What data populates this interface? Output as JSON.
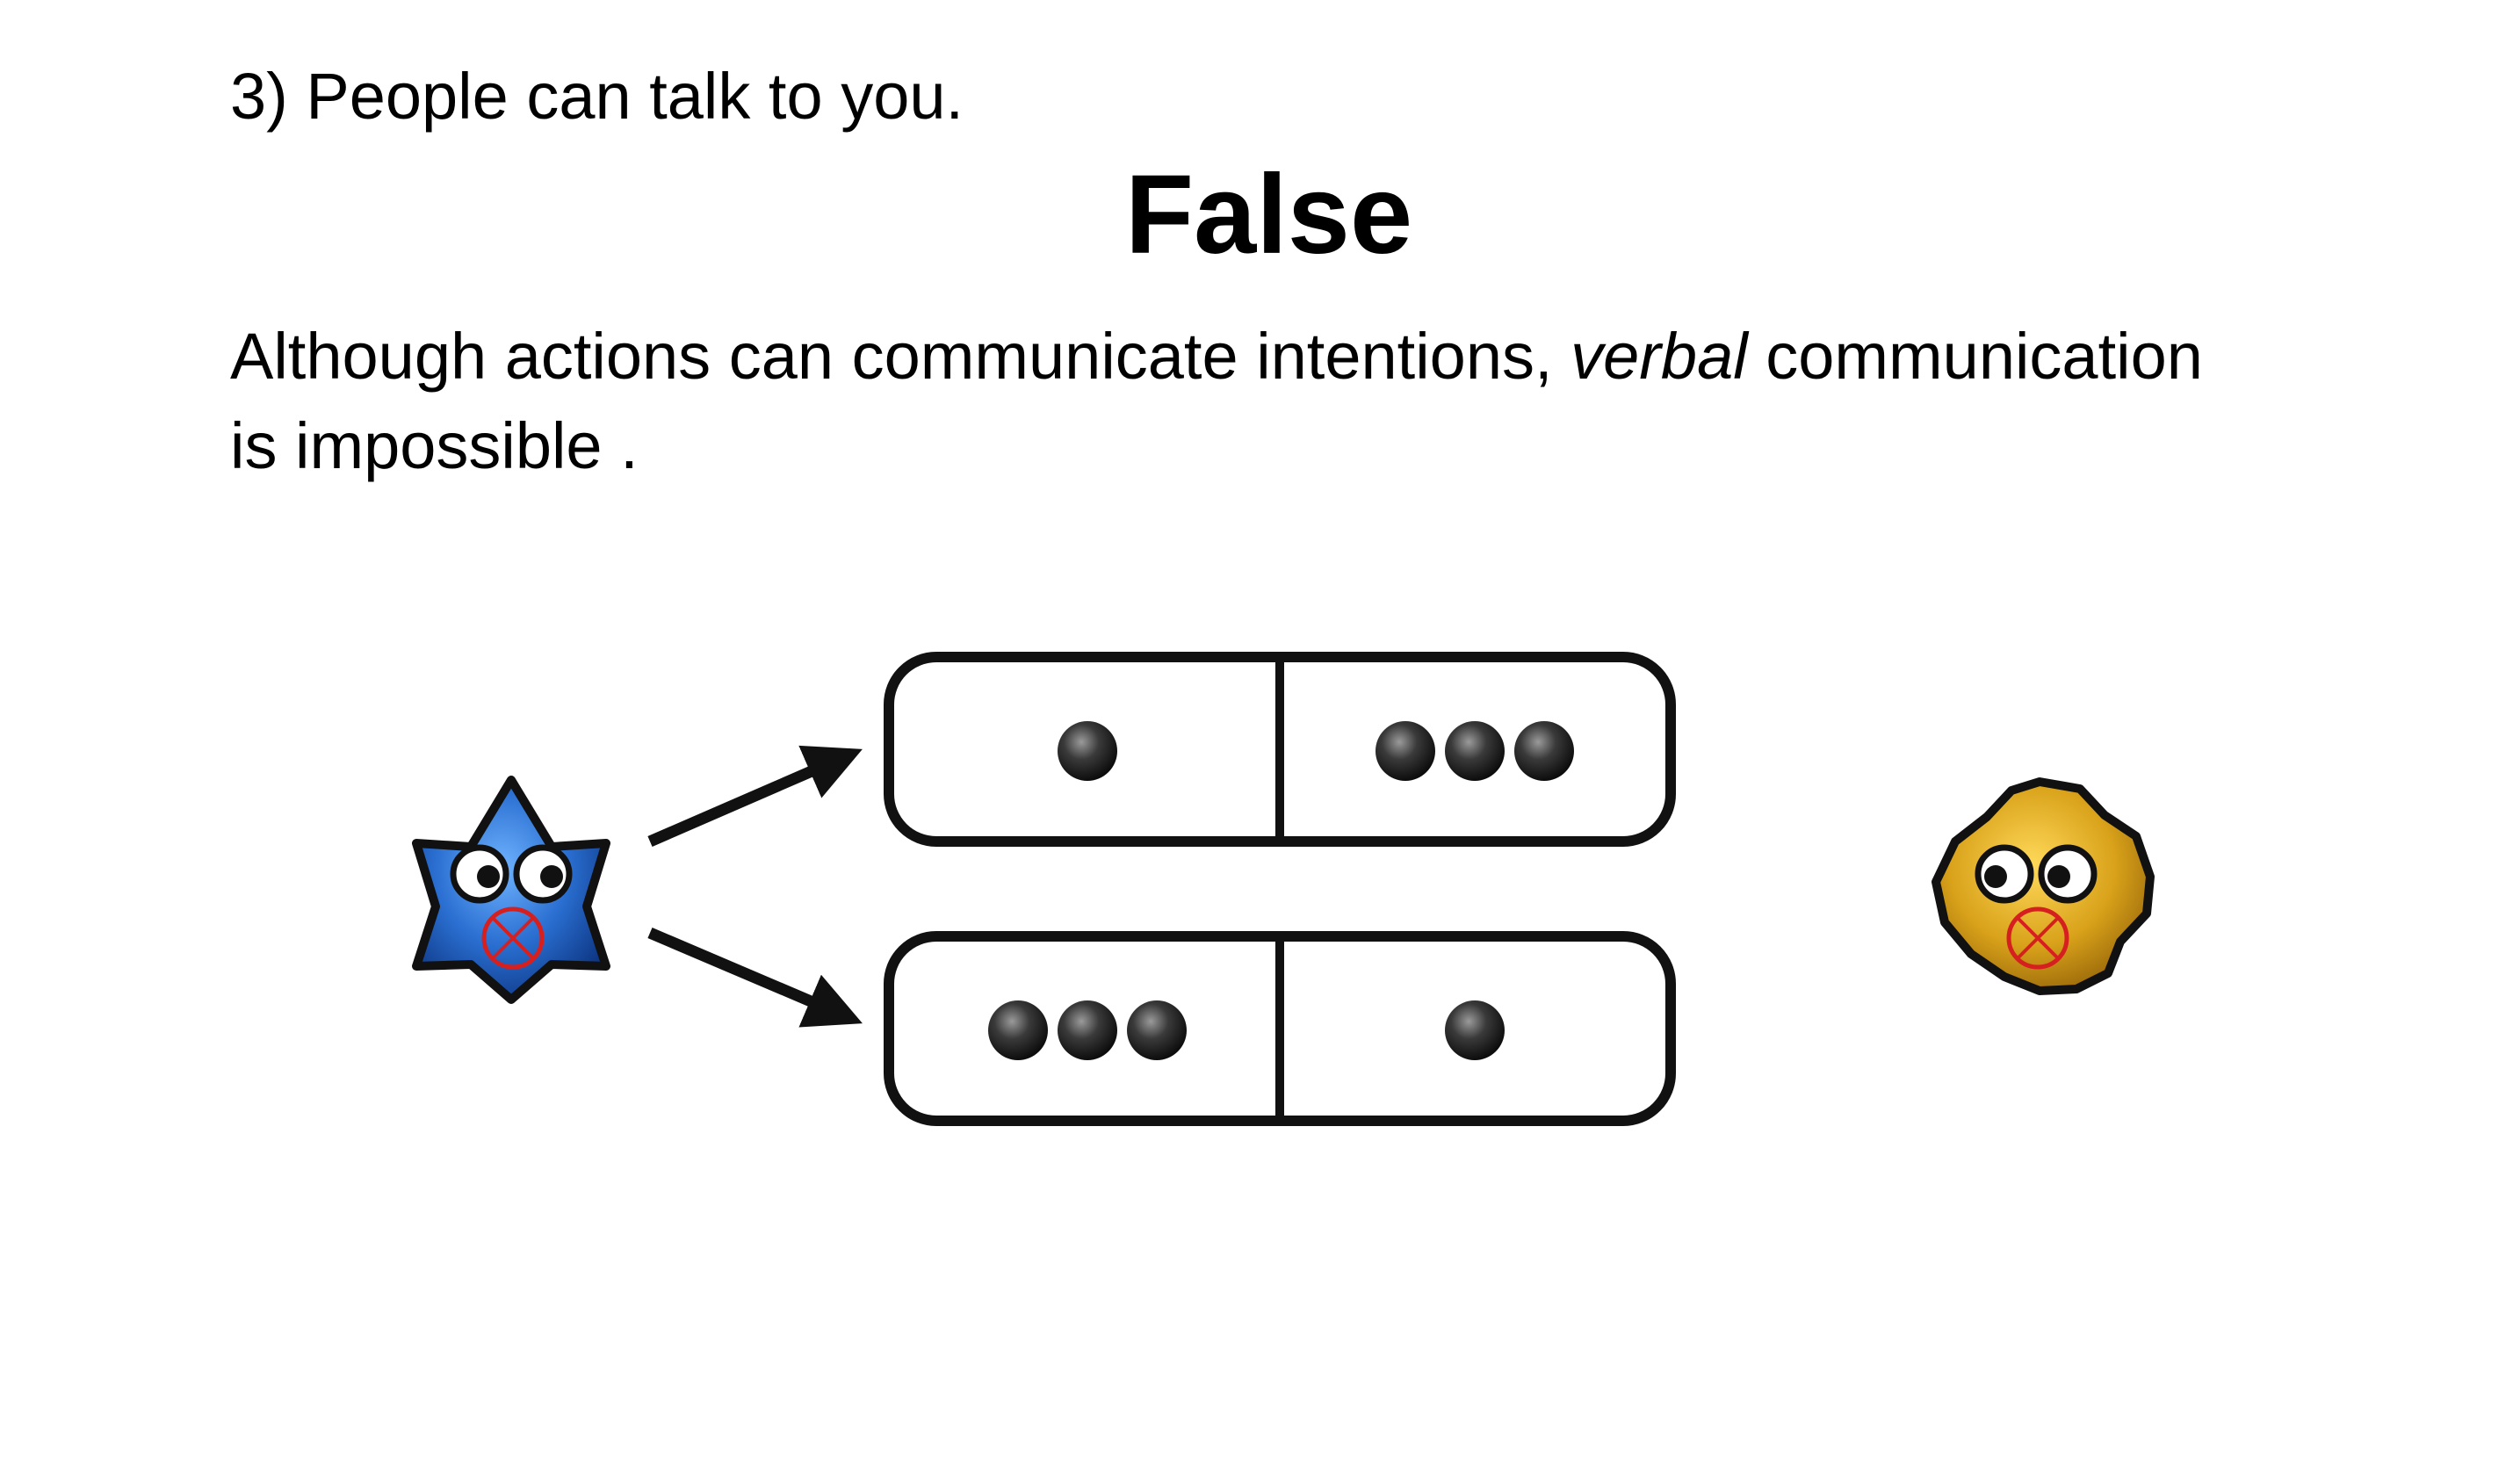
{
  "slide": {
    "question": "3) People can talk to you.",
    "answer": "False",
    "explanation": {
      "line1_before": "Although actions can communicate intentions, ",
      "line1_emphasis": "verbal",
      "line1_after": " communication",
      "line2": "is impossible ."
    }
  },
  "figure": {
    "left_agent": {
      "icon": "star-agent-icon",
      "color": "#2a6fd1"
    },
    "right_agent": {
      "icon": "blob-agent-icon",
      "color": "#d9a21a"
    },
    "options": [
      {
        "left_dots": 1,
        "right_dots": 3
      },
      {
        "left_dots": 3,
        "right_dots": 1
      }
    ],
    "colors": {
      "outline": "#111111",
      "no_speech_mark": "#d62020"
    }
  }
}
